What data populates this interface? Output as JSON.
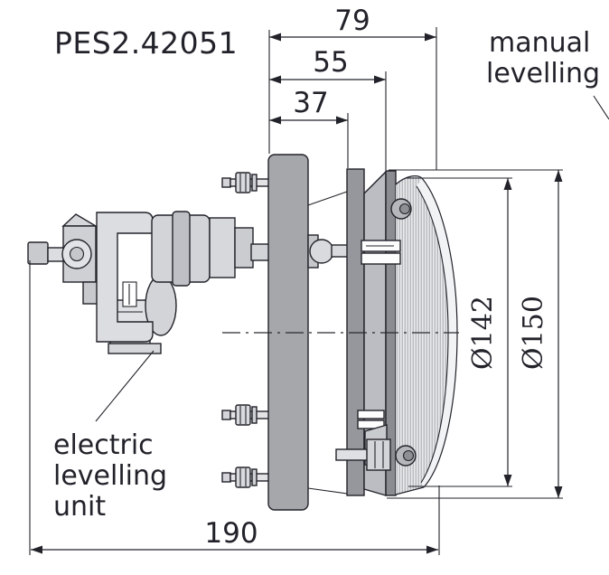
{
  "title": "PES2.42051",
  "labels": {
    "manual_levelling": {
      "line1": "manual",
      "line2": "levelling"
    },
    "electric_levelling": {
      "line1": "electric",
      "line2": "levelling",
      "line3": "unit"
    }
  },
  "dimensions": {
    "top_width": "79",
    "mid_width": "55",
    "inner_width": "37",
    "overall_length": "190",
    "lens_diameter": "Ø142",
    "outer_diameter": "Ø150"
  },
  "colors": {
    "line": "#22232a",
    "background": "#ffffff",
    "mount_plate": "#a6a7ab",
    "frame_plate": "#96979c",
    "bezel": "#8b8c92",
    "housing": "#bcbdc2",
    "actuator_light": "#dcdde0",
    "actuator_mid": "#c8c9cd",
    "lens": "#ededf0"
  }
}
